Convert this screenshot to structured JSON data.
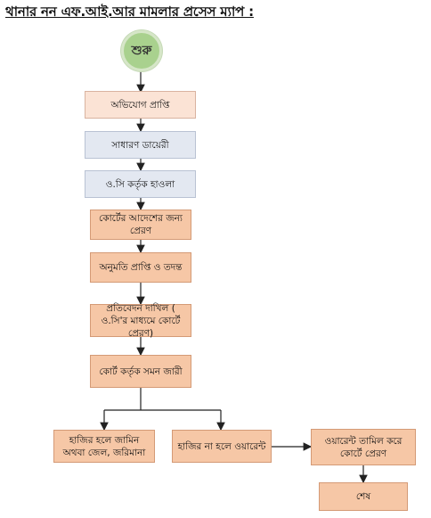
{
  "title": "থানার নন এফ.আই.আর মামলার প্রসেস ম্যাপ :",
  "nodes": {
    "start": "শুরু",
    "complaint": "অভিযোগ প্রাপ্তি",
    "gd": "সাধারণ ডায়েরী",
    "oc": "ও.সি কর্তৃক হাওলা",
    "court_send": "কোর্টের আদেশের জন্য প্রেরণ",
    "permission": "অনুমতি প্রাপ্তি ও তদন্ত",
    "report": "প্রতিবেদন দাখিল ( ও.সি'র মাধ্যমে কোর্টে প্রেরণ)",
    "summon": "কোর্ট কর্তৃক সমন জারী",
    "bail": "হাজির হলে জামিন অথবা জেল, জরিমানা",
    "warrant": "হাজির না হলে ওয়ারেন্ট",
    "warrant_court": "ওয়ারেন্ট তামিল করে কোর্টে প্রেরণ",
    "end": "শেষ"
  }
}
